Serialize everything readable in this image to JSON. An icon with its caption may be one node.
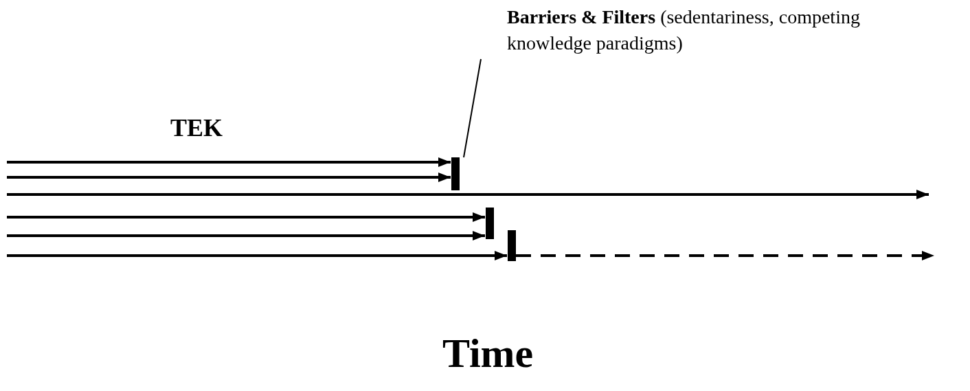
{
  "diagram": {
    "nodes": [
      {
        "text": [
          "**Barriers & Filters** (sedentariness, competing knowledge paradigms)"
        ]
      },
      {
        "text": [],
        "shape": "bar"
      },
      {
        "text": [],
        "shape": "bar"
      },
      {
        "text": [],
        "shape": "bar"
      }
    ],
    "edges": [
      {
        "from": null,
        "to": 1,
        "arrow": "to"
      },
      {
        "from": null,
        "to": 1,
        "arrow": "to"
      },
      {
        "from": null,
        "to": 2,
        "arrow": "to"
      },
      {
        "from": null,
        "to": 2,
        "arrow": "to"
      },
      {
        "from": null,
        "to": 3,
        "arrow": "to"
      },
      {
        "from": 3,
        "to": null,
        "arrow": "to",
        "style": "dashed"
      },
      {
        "from": 0,
        "to": 1,
        "arrow": "none"
      }
    ],
    "labels": [
      "TEK",
      "Time"
    ]
  }
}
